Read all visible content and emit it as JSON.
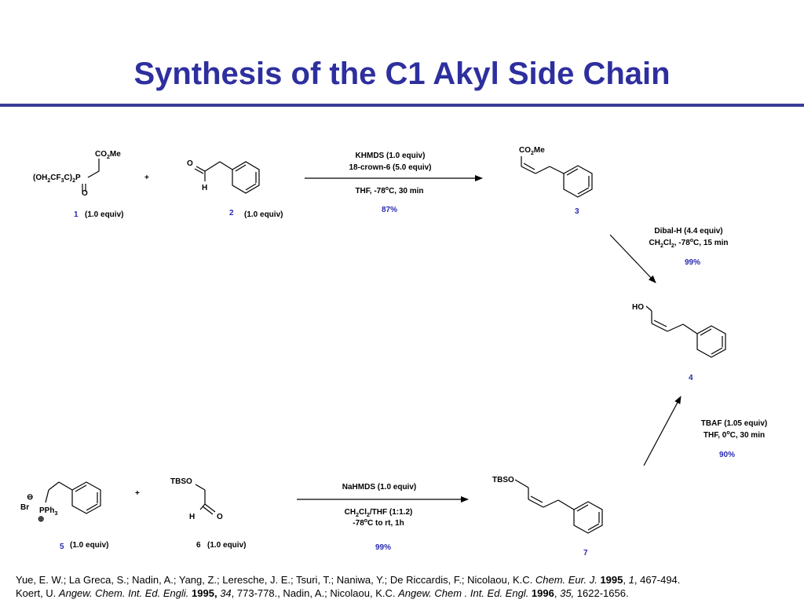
{
  "title": "Synthesis of the C1 Akyl Side Chain",
  "reaction1": {
    "reagent1": {
      "number": "1",
      "equiv": "(1.0 equiv)",
      "group_top": "CO",
      "group_top_sub": "2",
      "group_top_tail": "Me",
      "phos_label_a": "(OH",
      "phos_sub_a": "2",
      "phos_label_b": "CF",
      "phos_sub_b": "3",
      "phos_label_c": "C)",
      "phos_sub_c": "2",
      "phos_label_d": "P",
      "oxygen": "O"
    },
    "plus": "+",
    "reagent2": {
      "number": "2",
      "equiv": "(1.0 equiv)",
      "oxygen": "O",
      "hydrogen": "H"
    },
    "conditions_line1": "KHMDS (1.0 equiv)",
    "conditions_line2": "18-crown-6 (5.0 equiv)",
    "conditions_line3": "THF, -78",
    "conditions_line3_sup": "o",
    "conditions_line3_tail": "C, 30 min",
    "yield": "87%",
    "product": {
      "number": "3",
      "group": "CO",
      "group_sub": "2",
      "group_tail": "Me"
    }
  },
  "step2": {
    "line1": "Dibal-H (4.4 equiv)",
    "line2_a": "CH",
    "line2_sub_a": "2",
    "line2_b": "Cl",
    "line2_sub_b": "2",
    "line2_c": ", -78",
    "line2_sup": "o",
    "line2_d": "C, 15 min",
    "yield": "99%",
    "product": {
      "number": "4",
      "group": "HO"
    }
  },
  "step3": {
    "line1": "TBAF (1.05 equiv)",
    "line2": "THF, 0",
    "line2_sup": "o",
    "line2_tail": "C, 30 min",
    "yield": "90%"
  },
  "reaction2": {
    "reagent5": {
      "number": "5",
      "equiv": "(1.0 equiv)",
      "br": "Br",
      "minus": "⊖",
      "pph": "PPh",
      "pph_sub": "3",
      "plus_charge": "⊕"
    },
    "plus": "+",
    "reagent6": {
      "number": "6",
      "equiv": "(1.0 equiv)",
      "tbso": "TBSO",
      "hydrogen": "H",
      "oxygen": "O"
    },
    "conditions_line1": "NaHMDS (1.0 equiv)",
    "conditions_line2_a": "CH",
    "conditions_line2_sub_a": "2",
    "conditions_line2_b": "Cl",
    "conditions_line2_sub_b": "2",
    "conditions_line2_c": "/THF (1:1.2)",
    "conditions_line3": "-78",
    "conditions_line3_sup": "o",
    "conditions_line3_tail": "C to rt, 1h",
    "yield": "99%",
    "product": {
      "number": "7",
      "tbso": "TBSO"
    }
  },
  "references": {
    "ref1_authors": "Yue, E. W.; La Greca, S.; Nadin, A.; Yang, Z.; Leresche, J. E.; Tsuri, T.; Naniwa, Y.; De Riccardis, F.; Nicolaou, K.C. ",
    "ref1_journal": "Chem. Eur. J.",
    "ref1_year": " 1995",
    "ref1_sep": ", ",
    "ref1_volume": "1",
    "ref1_pages": ", 467-494.",
    "ref2_authors": "Koert, U. ",
    "ref2_journal": "Angew. Chem. Int. Ed. Engli.",
    "ref2_year": " 1995,",
    "ref2_sep": " ",
    "ref2_volume": "34",
    "ref2_pages": ", 773-778., Nadin, A.; Nicolaou, K.C. ",
    "ref3_journal": "Angew. Chem . Int. Ed. Engl.",
    "ref3_year": " 1996",
    "ref3_sep": ", ",
    "ref3_volume": "35,",
    "ref3_pages": " 1622-1656."
  },
  "colors": {
    "title": "#2e2f9e",
    "rule": "#3a3c96",
    "compound_number": "#2a2ab0",
    "yield": "#2a2ab0"
  }
}
